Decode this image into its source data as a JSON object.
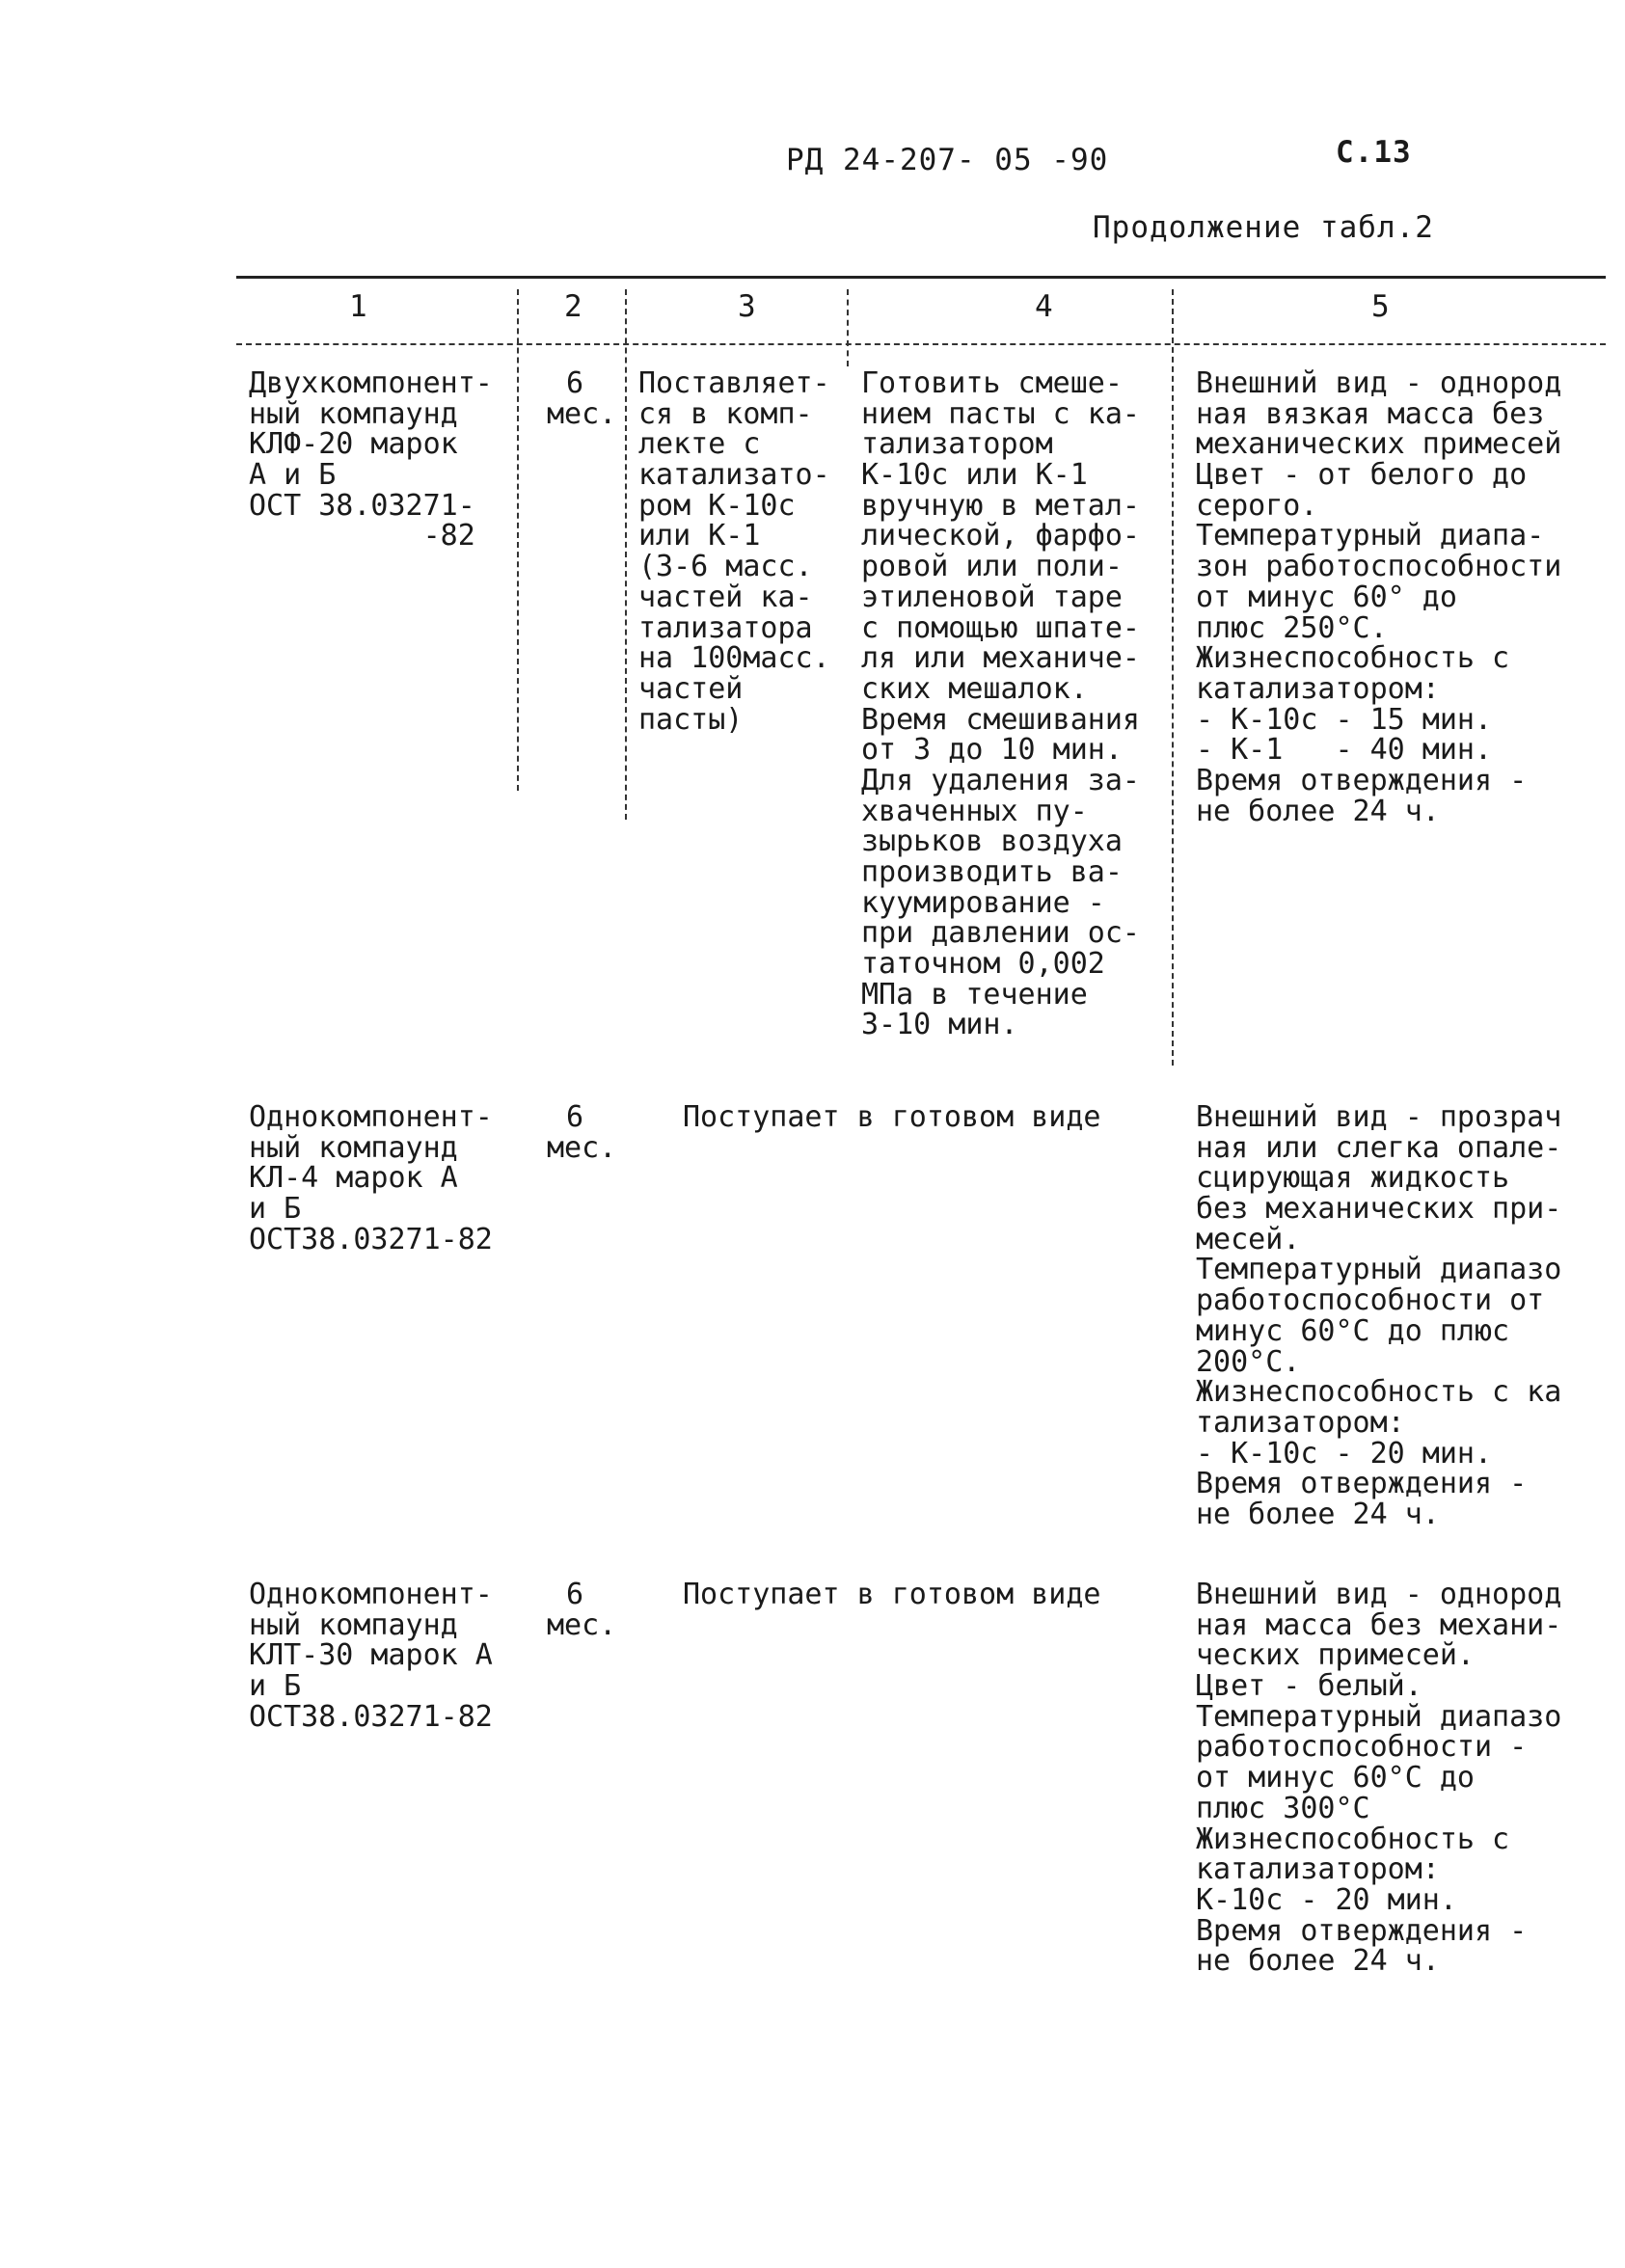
{
  "header": {
    "doc_code": "РД 24-207- 05 -90",
    "page": "С.13",
    "continuation": "Продолжение табл.2"
  },
  "table": {
    "column_numbers": [
      "1",
      "2",
      "3",
      "4",
      "5"
    ],
    "rows": [
      {
        "name_lines": [
          "Двухкомпонент-",
          "ный компаунд",
          "КЛФ-20 марок",
          "А и Б",
          "ОСТ 38.03271-",
          "          -82"
        ],
        "period_lines": [
          "6",
          "мес."
        ],
        "supply_lines": [
          "Поставляет-",
          "ся в комп-",
          "лекте с",
          "катализато-",
          "ром К-10с",
          "или К-1",
          "(3-6 масс.",
          "частей ка-",
          "тализатора",
          "на 100масс.",
          "частей",
          "пасты)"
        ],
        "prep_lines": [
          "Готовить смеше-",
          "нием пасты с ка-",
          "тализатором",
          "К-10с или К-1",
          "вручную в метал-",
          "лической, фарфо-",
          "ровой или поли-",
          "этиленовой таре",
          "с помощью шпате-",
          "ля или механиче-",
          "ских мешалок.",
          "Время смешивания",
          "от 3 до 10 мин.",
          "Для удаления за-",
          "хваченных пу-",
          "зырьков воздуха",
          "производить ва-",
          "куумирование -",
          "при давлении ос-",
          "таточном 0,002",
          "МПа в течение",
          "3-10 мин."
        ],
        "spec_lines": [
          "Внешний вид - однород",
          "ная вязкая масса без",
          "механических примесей",
          "Цвет - от белого до",
          "серого.",
          "Температурный диапа-",
          "зон работоспособности",
          "от минус 60° до",
          "плюс 250°С.",
          "Жизнеспособность с",
          "катализатором:",
          "- К-10с - 15 мин.",
          "- К-1   - 40 мин.",
          "Время отверждения -",
          "не более 24 ч."
        ]
      },
      {
        "name_lines": [
          "Однокомпонент-",
          "ный компаунд",
          "КЛ-4 марок А",
          "и Б",
          "ОСТ38.03271-82"
        ],
        "period_lines": [
          "6",
          "мес."
        ],
        "supply_text": "Поступает в готовом виде",
        "spec_lines": [
          "Внешний вид - прозрач",
          "ная или слегка опале-",
          "сцирующая жидкость",
          "без механических при-",
          "месей.",
          "Температурный диапазо",
          "работоспособности от",
          "минус 60°С до плюс",
          "200°С.",
          "Жизнеспособность с ка",
          "тализатором:",
          "- К-10с - 20 мин.",
          "Время отверждения -",
          "не более 24 ч."
        ]
      },
      {
        "name_lines": [
          "Однокомпонент-",
          "ный компаунд",
          "КЛТ-30 марок А",
          "и Б",
          "ОСТ38.03271-82"
        ],
        "period_lines": [
          "6",
          "мес."
        ],
        "supply_text": "Поступает в готовом виде",
        "spec_lines": [
          "Внешний вид - однород",
          "ная масса без механи-",
          "ческих примесей.",
          "Цвет - белый.",
          "Температурный диапазо",
          "работоспособности -",
          "от минус 60°С до",
          "плюс 300°С",
          "Жизнеспособность с",
          "катализатором:",
          "К-10с - 20 мин.",
          "Время отверждения -",
          "не более 24 ч."
        ]
      }
    ]
  }
}
